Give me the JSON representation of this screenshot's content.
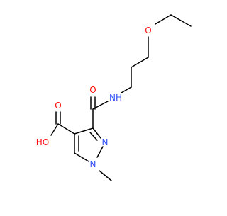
{
  "molecule": {
    "atom_labels": {
      "ether_o": "O",
      "amide_o": "O",
      "amide_nh": "NH",
      "acid_oh": "HO",
      "acid_o": "O",
      "ring_n2": "N",
      "ring_n1": "N"
    },
    "colors": {
      "bond": "#000000",
      "oxygen": "#ff0d0d",
      "nitrogen": "#3050f8"
    }
  }
}
